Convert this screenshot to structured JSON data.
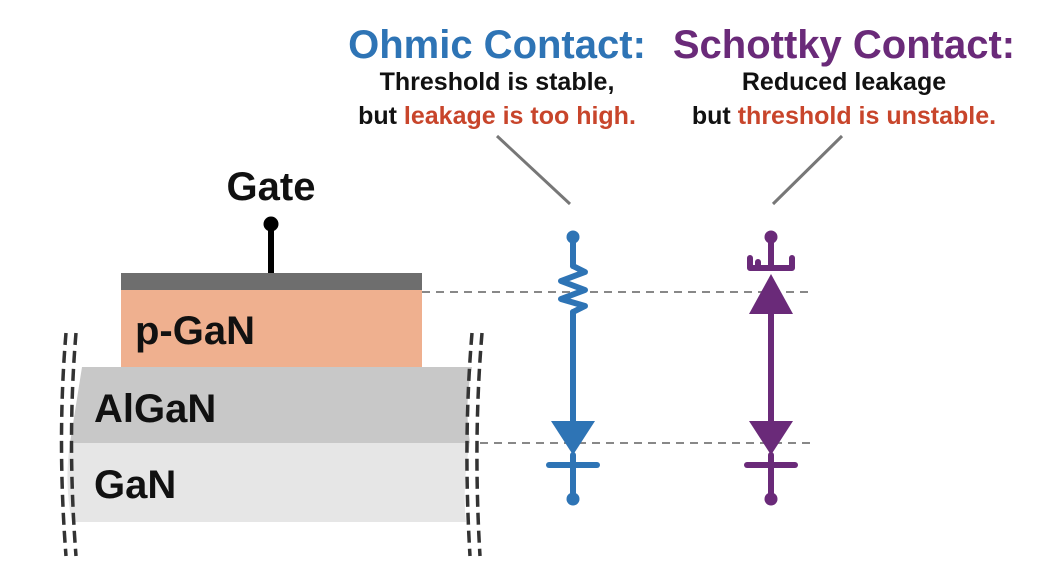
{
  "colors": {
    "ohmic": "#2e74b5",
    "schottky": "#6a2a79",
    "highlight": "#c8452b",
    "pgan": "#efb08f",
    "algan": "#c8c8c8",
    "gan": "#e6e6e6",
    "gate_metal": "#6e6e6e",
    "dashed_line": "#888888"
  },
  "device": {
    "gate_label": "Gate",
    "layers": {
      "pgan": "p-GaN",
      "algan": "AlGaN",
      "gan": "GaN"
    }
  },
  "ohmic": {
    "title": "Ohmic Contact:",
    "line1": "Threshold is stable,",
    "line2_plain": "but ",
    "line2_highlight": "leakage is too high.",
    "symbols": [
      "resistor-symbol",
      "diode-symbol"
    ]
  },
  "schottky": {
    "title": "Schottky Contact:",
    "line1": "Reduced leakage",
    "line2_plain": "but ",
    "line2_highlight": "threshold is unstable.",
    "symbols": [
      "schottky-diode-symbol",
      "diode-symbol"
    ]
  }
}
